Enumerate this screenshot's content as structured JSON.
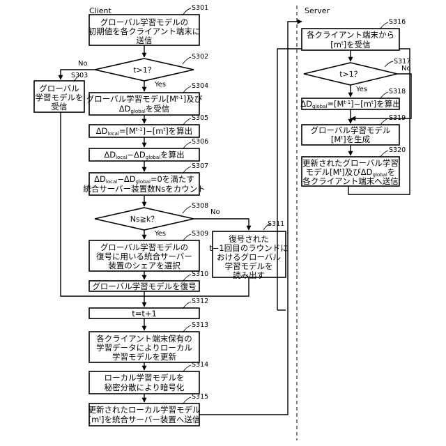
{
  "sections": {
    "client": "Client",
    "server": "Server"
  },
  "yes": "Yes",
  "no": "No",
  "steps": {
    "s301": {
      "id": "S301",
      "lines": [
        "グローバル学習モデルの",
        "初期値を各クライアント端末に",
        "送信"
      ]
    },
    "s302": {
      "id": "S302",
      "text": "t>1？"
    },
    "s303": {
      "id": "S303",
      "lines": [
        "グローバル",
        "学習モデルを",
        "受信"
      ]
    },
    "s304": {
      "id": "S304",
      "l1a": "グローバル学習モデル[M",
      "l1s": "t-1",
      "l1b": "]及び",
      "l2a": "ΔD",
      "l2s": "global",
      "l2b": "を受信"
    },
    "s305": {
      "id": "S305",
      "a": "ΔD",
      "s1": "local",
      "b": "=[M",
      "s2": "t-1",
      "c": "]−[m",
      "s3": "t",
      "d": "]を算出"
    },
    "s306": {
      "id": "S306",
      "a": "ΔD",
      "s1": "local",
      "b": "−ΔD",
      "s2": "global",
      "c": "を算出"
    },
    "s307": {
      "id": "S307",
      "l1a": "ΔD",
      "l1s1": "local",
      "l1b": "−ΔD",
      "l1s2": "global",
      "l1c": "=0を満たす",
      "l2": "統合サーバー装置数Nsをカウント"
    },
    "s308": {
      "id": "S308",
      "text": "Ns≧k？"
    },
    "s309": {
      "id": "S309",
      "lines": [
        "グローバル学習モデルの",
        "復号に用いる統合サーバー",
        "装置のシェアを選択"
      ]
    },
    "s310": {
      "id": "S310",
      "text": "グローバル学習モデルを復号"
    },
    "s311": {
      "id": "S311",
      "lines": [
        "復号された",
        "t−1回目のラウンドに",
        "おけるグローバル",
        "学習モデルを",
        "読み出す"
      ]
    },
    "s312": {
      "id": "S312",
      "text": "t=t+1"
    },
    "s313": {
      "id": "S313",
      "lines": [
        "各クライアント端末保有の",
        "学習データによりローカル",
        "学習モデルを更新"
      ]
    },
    "s314": {
      "id": "S314",
      "lines": [
        "ローカル学習モデルを",
        "秘密分散により暗号化"
      ]
    },
    "s315": {
      "id": "S315",
      "l1": "更新されたローカル学習モデル",
      "l2a": "[m",
      "l2s": "t",
      "l2b": "]を統合サーバー装置へ送信"
    },
    "s316": {
      "id": "S316",
      "l1": "各クライアント端末から",
      "l2a": "[m",
      "l2s": "t",
      "l2b": "]を受信"
    },
    "s317": {
      "id": "S317",
      "text": "t>1？"
    },
    "s318": {
      "id": "S318",
      "a": "ΔD",
      "s1": "global",
      "b": "=[M",
      "s2": "t-1",
      "c": "]−[m",
      "s3": "t",
      "d": "]を算出"
    },
    "s319": {
      "id": "S319",
      "l1": "グローバル学習モデル",
      "l2a": "[M",
      "l2s": "t",
      "l2b": "]を生成"
    },
    "s320": {
      "id": "S320",
      "l1": "更新されたグローバル学習",
      "l2a": "モデル[M",
      "l2s": "t",
      "l2b": "]及びΔD",
      "l2s2": "global",
      "l2c": "を",
      "l3": "各クライアント端末へ送信"
    }
  }
}
